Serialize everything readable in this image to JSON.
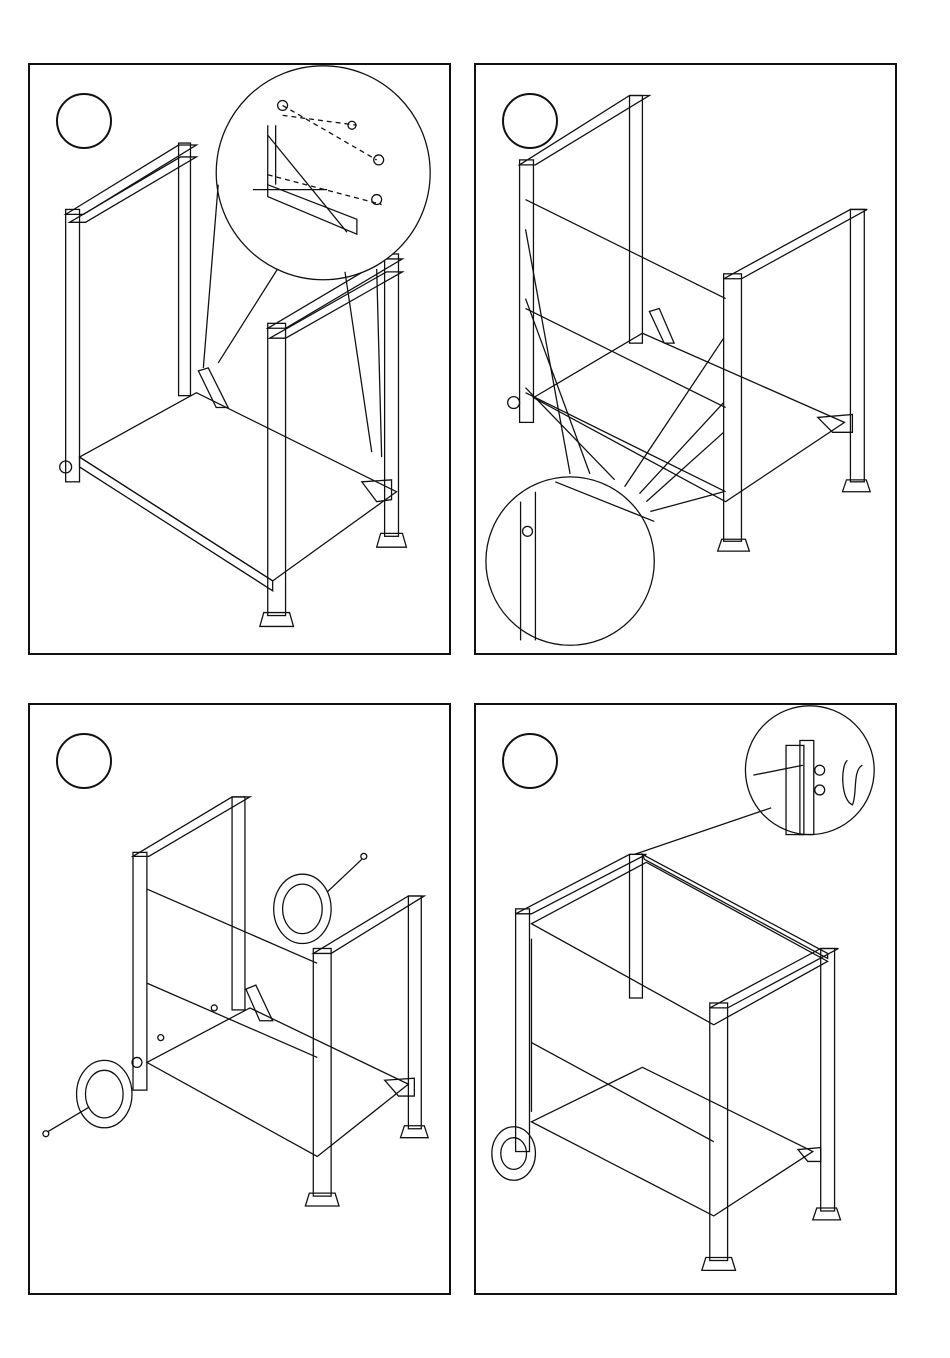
{
  "document": {
    "panels": [
      {
        "id": "panel-1",
        "step_label": "",
        "depicts": "frame-with-brackets-detail"
      },
      {
        "id": "panel-2",
        "step_label": "",
        "depicts": "cross-rails-with-hook-detail"
      },
      {
        "id": "panel-3",
        "step_label": "",
        "depicts": "wheel-and-axle-installation"
      },
      {
        "id": "panel-4",
        "step_label": "",
        "depicts": "completed-cart-with-bolt-detail"
      }
    ],
    "colors": {
      "line": "#111111",
      "background": "#ffffff",
      "shade": "#dddddd"
    }
  }
}
